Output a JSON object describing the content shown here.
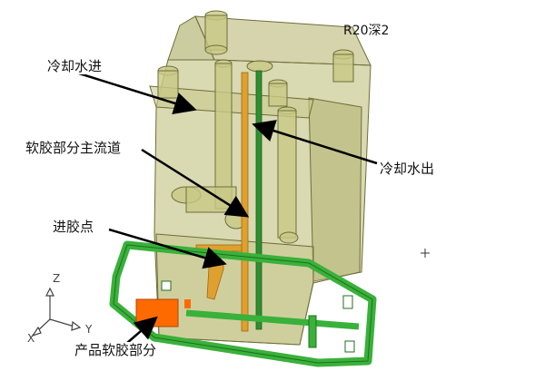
{
  "labels": {
    "cooling_inlet": "冷却水进",
    "cooling_outlet": "冷却水出",
    "soft_rubber_main_channel": "软胶部分主流道",
    "gate_point": "进胶点",
    "product_soft_rubber": "产品软胶部分",
    "corner_note": "R20深2"
  },
  "axis_triad": {
    "x": "X",
    "y": "Y",
    "z": "Z"
  },
  "colors": {
    "mold_body": "#b9ba72",
    "mold_edge": "#6e6e3a",
    "channel": "#e0a030",
    "runner_green": "#2f8f2f",
    "frame_green": "#39b13a",
    "soft_part": "#ff6a00",
    "arrow": "#000000"
  },
  "cursor_icon": "crosshair-icon"
}
